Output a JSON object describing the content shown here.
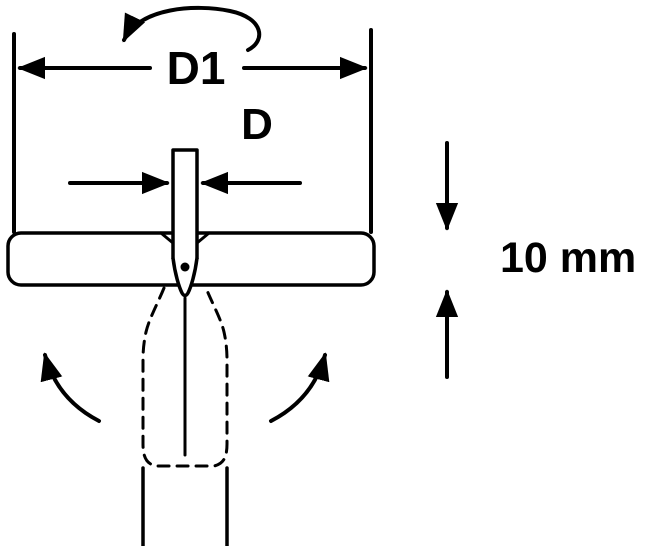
{
  "diagram": {
    "type": "technical-drawing",
    "description": "T-handle tool dimension diagram with rotation and swing arrows",
    "labels": {
      "width_dimension": "D1",
      "diameter_dimension": "D",
      "thickness_dimension": "10 mm"
    },
    "colors": {
      "line": "#000000",
      "background": "#ffffff"
    }
  }
}
